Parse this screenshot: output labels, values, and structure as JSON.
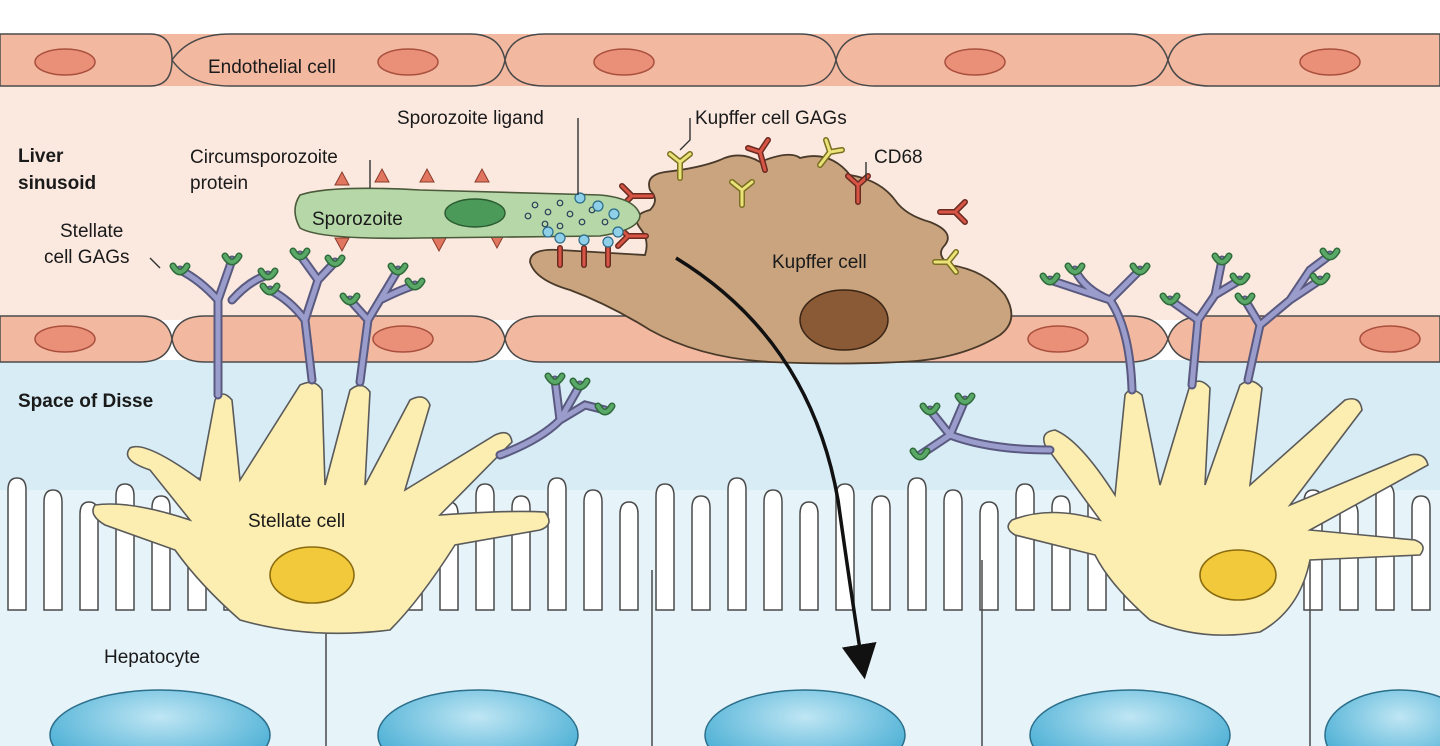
{
  "labels": {
    "endothelial_cell": "Endothelial cell",
    "liver_sinusoid_line1": "Liver",
    "liver_sinusoid_line2": "sinusoid",
    "circumsporozoite_line1": "Circumsporozoite",
    "circumsporozoite_line2": "protein",
    "sporozoite_ligand": "Sporozoite ligand",
    "kupffer_gags": "Kupffer cell GAGs",
    "cd68": "CD68",
    "stellate_gags_line1": "Stellate",
    "stellate_gags_line2": "cell GAGs",
    "sporozoite": "Sporozoite",
    "kupffer_cell": "Kupffer cell",
    "space_of_disse": "Space of Disse",
    "stellate_cell": "Stellate cell",
    "hepatocyte": "Hepatocyte"
  },
  "colors": {
    "endothelial_fill": "#f3b8a0",
    "endothelial_nucleus": "#ea8f78",
    "sinusoid_lumen": "#fbe9e0",
    "disse_space": "#d7ecf5",
    "hepatocyte_fill": "#e3f2f8",
    "hepatocyte_nucleus": "#4db3d8",
    "stellate_fill": "#fbeeb0",
    "stellate_nucleus": "#f2c93a",
    "gag_stalk": "#8c8fc0",
    "gag_cap": "#4f9a5c",
    "sporozoite_fill": "#b6d7a8",
    "sporozoite_nucleus": "#4c9a5a",
    "csp_triangle": "#e0765f",
    "kupffer_fill": "#c9a47f",
    "kupffer_nucleus": "#8a5a36",
    "cd68_receptor": "#c8473b",
    "kupffer_gag": "#e0d46a",
    "ligand_dot": "#8fd0e8"
  }
}
